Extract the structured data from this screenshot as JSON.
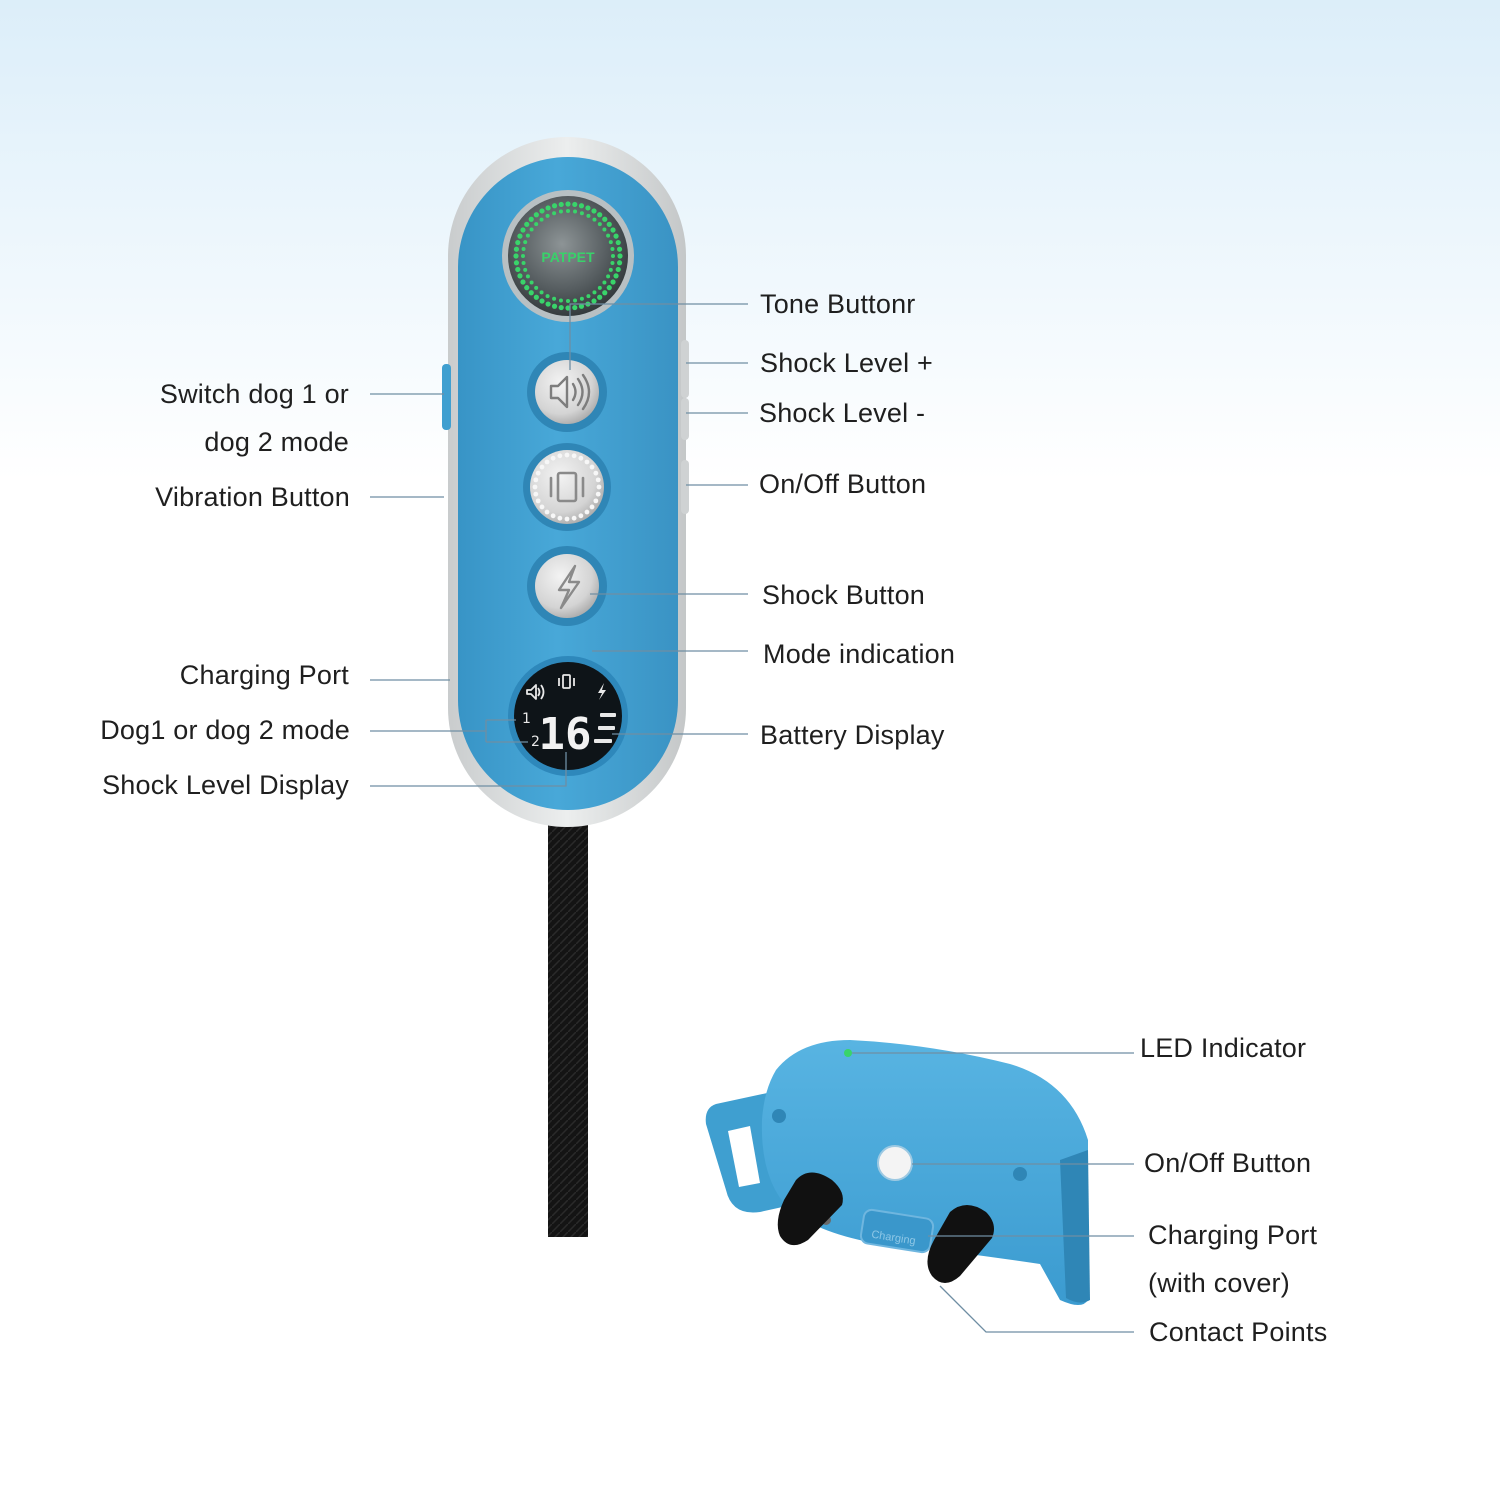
{
  "remote": {
    "brand": "PATPET",
    "display": {
      "level_value": "16",
      "dog1": "1",
      "dog2": "2"
    }
  },
  "collar": {
    "port_marking": "Charging"
  },
  "labels": {
    "tone_button": "Tone Buttonr",
    "shock_level_plus": "Shock Level +",
    "shock_level_minus": "Shock Level -",
    "on_off_button": "On/Off Button",
    "switch_dog_line1": "Switch dog 1 or",
    "switch_dog_line2": "dog 2 mode",
    "vibration_button": "Vibration Button",
    "shock_button": "Shock Button",
    "mode_indication": "Mode indication",
    "charging_port": "Charging Port",
    "dog_mode": "Dog1 or dog 2 mode",
    "battery_display": "Battery Display",
    "shock_level_display": "Shock Level Display",
    "led_indicator": "LED Indicator",
    "collar_on_off": "On/Off Button",
    "collar_charging_line1": "Charging Port",
    "collar_charging_line2": "(with cover)",
    "contact_points": "Contact Points"
  },
  "colors": {
    "body_blue": "#3f9fd0",
    "shell_grey": "#dadcdc",
    "leader_line": "#6f8ea3",
    "led_green": "#39d46a"
  }
}
